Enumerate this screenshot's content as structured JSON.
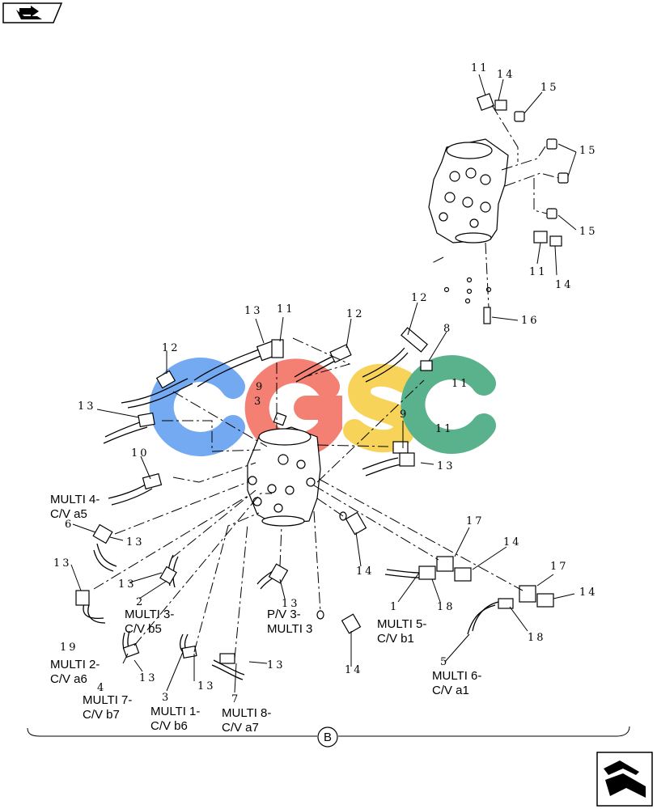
{
  "icons": {
    "top_left": "previous-page-arrow-icon",
    "bottom_right": "next-page-arrow-icon"
  },
  "watermark": {
    "letters": [
      "C",
      "G",
      "S",
      "C"
    ],
    "colors": [
      "#5b9bef",
      "#f26b5b",
      "#f7cc3e",
      "#3ea57a"
    ]
  },
  "callouts": {
    "c11a": "11",
    "c14a": "14",
    "c15a": "15",
    "c15b": "15",
    "c15c": "15",
    "c11b": "11",
    "c14b": "14",
    "c16": "16",
    "c13a": "13",
    "c11c": "11",
    "c12a": "12",
    "c12b": "12",
    "c8": "8",
    "c12c": "12",
    "c11d": "11",
    "c9a": "9",
    "c3a": "3",
    "c13b": "13",
    "c9b": "9",
    "c11e": "11",
    "c13c": "13",
    "c10": "10",
    "c6": "6",
    "c13d": "13",
    "c13e": "13",
    "c13f": "13",
    "c2": "2",
    "c19": "19",
    "c13g": "13",
    "c4": "4",
    "c13h": "13",
    "c3b": "3",
    "c13i": "13",
    "c7": "7",
    "c13j": "13",
    "c14c": "14",
    "c14d": "14",
    "c17a": "17",
    "c14e": "14",
    "c18a": "18",
    "c1": "1",
    "c17b": "17",
    "c14f": "14",
    "c18b": "18",
    "c5": "5"
  },
  "labels": {
    "multi4": [
      "MULTI 4-",
      "C/V a5"
    ],
    "multi3": [
      "MULTI 3-",
      "C/V b5"
    ],
    "pv3": [
      "P/V 3-",
      "MULTI 3"
    ],
    "multi5": [
      "MULTI 5-",
      "C/V b1"
    ],
    "multi2": [
      "MULTI 2-",
      "C/V a6"
    ],
    "multi7": [
      "MULTI 7-",
      "C/V b7"
    ],
    "multi1": [
      "MULTI 1-",
      "C/V b6"
    ],
    "multi8": [
      "MULTI 8-",
      "C/V a7"
    ],
    "multi6": [
      "MULTI 6-",
      "C/V a1"
    ]
  },
  "section_marker": "B"
}
